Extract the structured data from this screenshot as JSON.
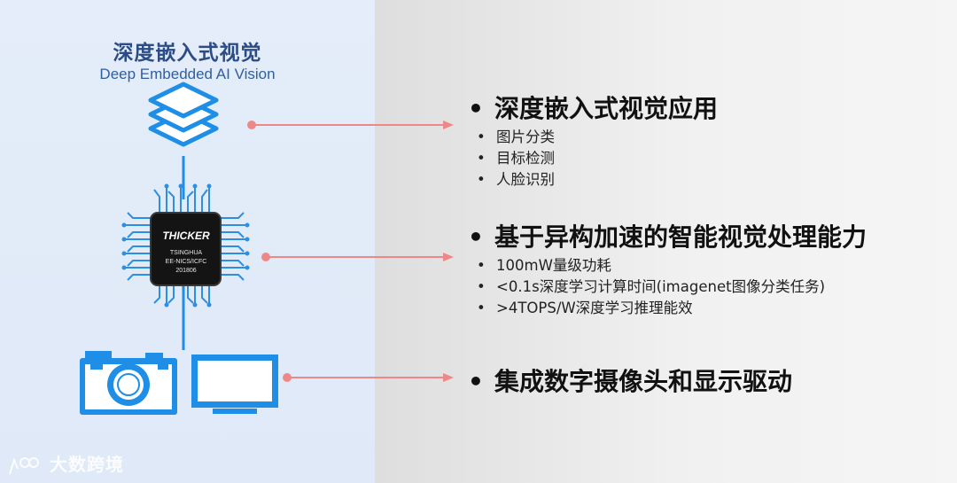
{
  "left": {
    "title_cn": "深度嵌入式视觉",
    "title_en": "Deep Embedded AI Vision",
    "chip": {
      "brand": "THICKER",
      "line1": "TSINGHUA",
      "line2": "EE-NICS/ICFC",
      "line3": "201806"
    }
  },
  "sections": [
    {
      "heading": "深度嵌入式视觉应用",
      "items": [
        "图片分类",
        "目标检测",
        "人脸识别"
      ]
    },
    {
      "heading": "基于异构加速的智能视觉处理能力",
      "items": [
        "100mW量级功耗",
        "<0.1s深度学习计算时间(imagenet图像分类任务)",
        ">4TOPS/W深度学习推理能效"
      ]
    },
    {
      "heading": "集成数字摄像头和显示驱动",
      "items": []
    }
  ],
  "colors": {
    "accent_blue": "#1f8ee6",
    "arrow": "#ee8888",
    "title": "#2c4c86"
  },
  "watermark": {
    "text": "大数跨境"
  },
  "bullet": "•"
}
